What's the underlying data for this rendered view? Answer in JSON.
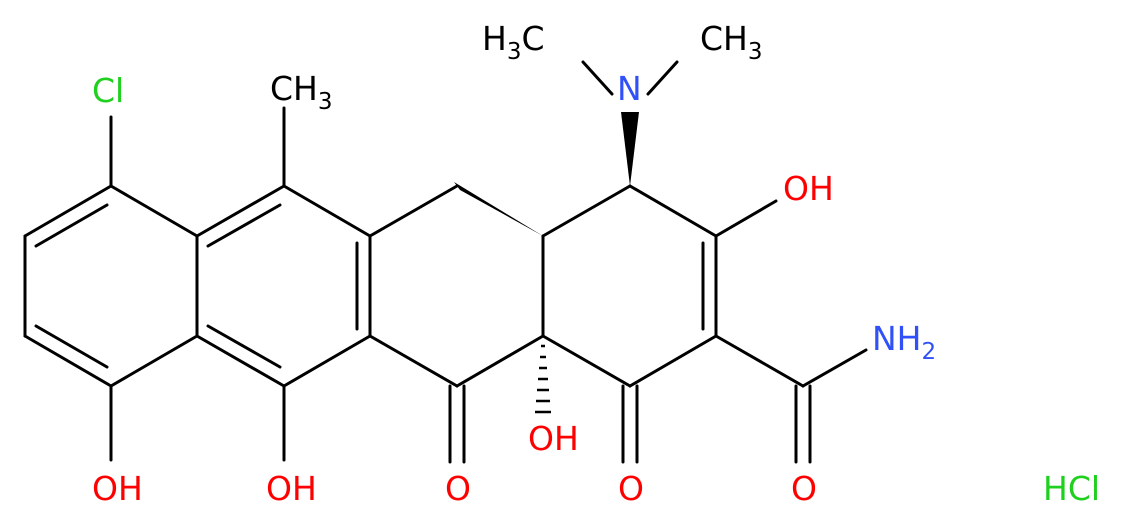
{
  "colors": {
    "carbon_bond": "#000000",
    "oxygen": "#ff0000",
    "nitrogen": "#3050f8",
    "chlorine": "#1fd01f"
  },
  "labels": {
    "cl": "Cl",
    "methyl_ch": "CH",
    "methyl_sub": "3",
    "nme2_h3_left_h": "H",
    "nme2_h3_left_sub": "3",
    "nme2_h3_left_c": "C",
    "nme2_ch3_right_ch": "CH",
    "nme2_ch3_right_sub": "3",
    "n": "N",
    "oh_ring_d_upper": "OH",
    "nh2_n": "NH",
    "nh2_sub": "2",
    "oh_ring_a": "OH",
    "oh_c11": "OH",
    "o_c11": "O",
    "oh_c12a": "OH",
    "o_c1": "O",
    "o_amide": "O",
    "salt": "HCl"
  }
}
